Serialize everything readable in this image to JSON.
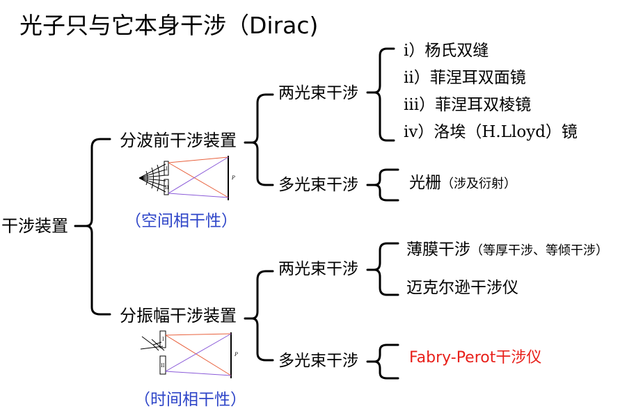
{
  "title": "光子只与它本身干涉（Dirac)",
  "root": {
    "label": "干涉装置"
  },
  "branches": [
    {
      "label": "分波前干涉装置",
      "note": "（空间相干性）",
      "figure": {
        "slit_upper": "I",
        "slit_lower": "II",
        "screen": "P"
      },
      "children": [
        {
          "label": "两光束干涉",
          "items": [
            "i）杨氏双缝",
            "ii）菲涅耳双面镜",
            "iii）菲涅耳双棱镜",
            "iv）洛埃（H.Lloyd）镜"
          ]
        },
        {
          "label": "多光束干涉",
          "items": [
            {
              "main": "光栅",
              "sub": "（涉及衍射）"
            }
          ]
        }
      ]
    },
    {
      "label": "分振幅干涉装置",
      "note": "（时间相干性）",
      "figure": {
        "slit_upper": "I",
        "slit_lower": "II",
        "screen": "P"
      },
      "children": [
        {
          "label": "两光束干涉",
          "items": [
            {
              "main": "薄膜干涉",
              "sub": "（等厚干涉、等倾干涉）"
            },
            "迈克尔逊干涉仪"
          ]
        },
        {
          "label": "多光束干涉",
          "items": [
            "Fabry-Perot干涉仪"
          ]
        }
      ]
    }
  ],
  "colors": {
    "blue_note": "#2e45c8",
    "highlight": "#e8201a",
    "ray_red": "#e8603c",
    "ray_purple": "#8a5ad8"
  }
}
